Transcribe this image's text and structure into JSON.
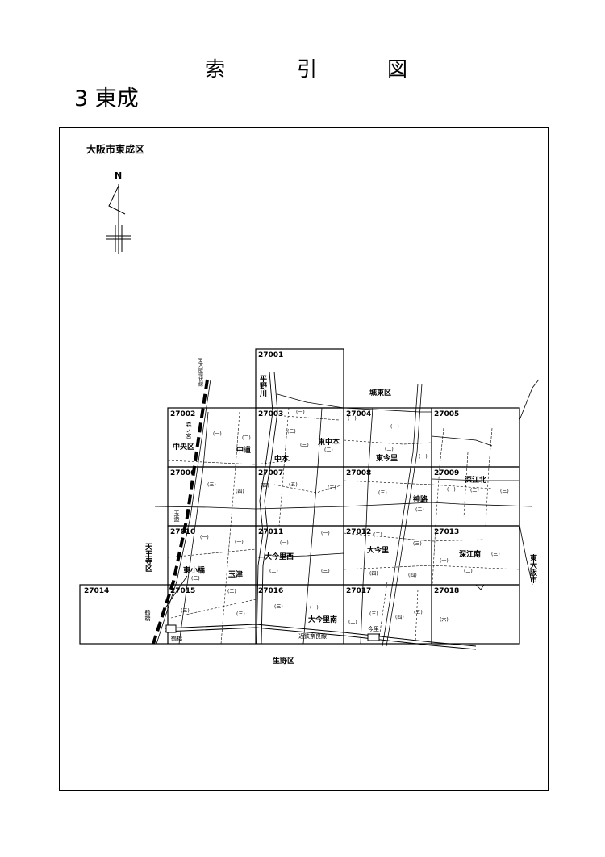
{
  "title": {
    "chars": [
      "索",
      "引",
      "図"
    ]
  },
  "subtitle": "3 東成",
  "map": {
    "district_title": "大阪市東成区",
    "north_label": "N",
    "sheets": [
      {
        "code": "27001"
      },
      {
        "code": "27002"
      },
      {
        "code": "27003"
      },
      {
        "code": "27004"
      },
      {
        "code": "27005"
      },
      {
        "code": "27006"
      },
      {
        "code": "27007"
      },
      {
        "code": "27008"
      },
      {
        "code": "27009"
      },
      {
        "code": "27010"
      },
      {
        "code": "27011"
      },
      {
        "code": "27012"
      },
      {
        "code": "27013"
      },
      {
        "code": "27014"
      },
      {
        "code": "27015"
      },
      {
        "code": "27016"
      },
      {
        "code": "27017"
      },
      {
        "code": "27018"
      }
    ],
    "towns": [
      "中央区",
      "中道",
      "中本",
      "東中本",
      "東今里",
      "神路",
      "深江北",
      "大今里西",
      "大今里",
      "深江南",
      "東小橋",
      "玉津",
      "大今里南"
    ],
    "neighbors": {
      "joto": "城東区",
      "ikuno": "生野区",
      "tennoji": "天王寺区",
      "higashiosaka": "東大阪市"
    },
    "river": "平野川",
    "railways": {
      "jr": "JR大阪環状線",
      "kintetsu": "近鉄奈良線"
    },
    "stations": {
      "morinomiya": "森ノ宮",
      "tamatsukuri": "玉造",
      "tsuruhashi_a": "鶴橋",
      "tsuruhashi_b": "鶴橋",
      "imazato": "今里"
    },
    "chome": {
      "c1": "(一)",
      "c2": "(二)",
      "c3": "(三)",
      "c4": "(四)",
      "c5": "(五)",
      "c6": "(六)"
    }
  }
}
